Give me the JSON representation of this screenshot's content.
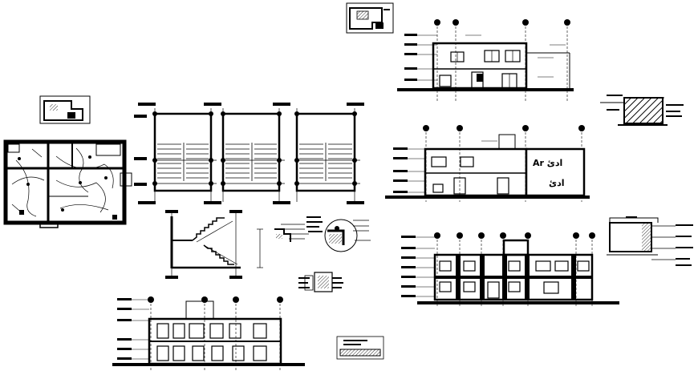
{
  "sheet": {
    "background": "#ffffff",
    "ink": "#000000",
    "panel_label_top": "Ar ادئ",
    "panel_label_bottom": "ادئ"
  },
  "icons": {
    "grid_bubble": "circle-axis-marker",
    "hatch": "diagonal-hatch-pattern"
  }
}
